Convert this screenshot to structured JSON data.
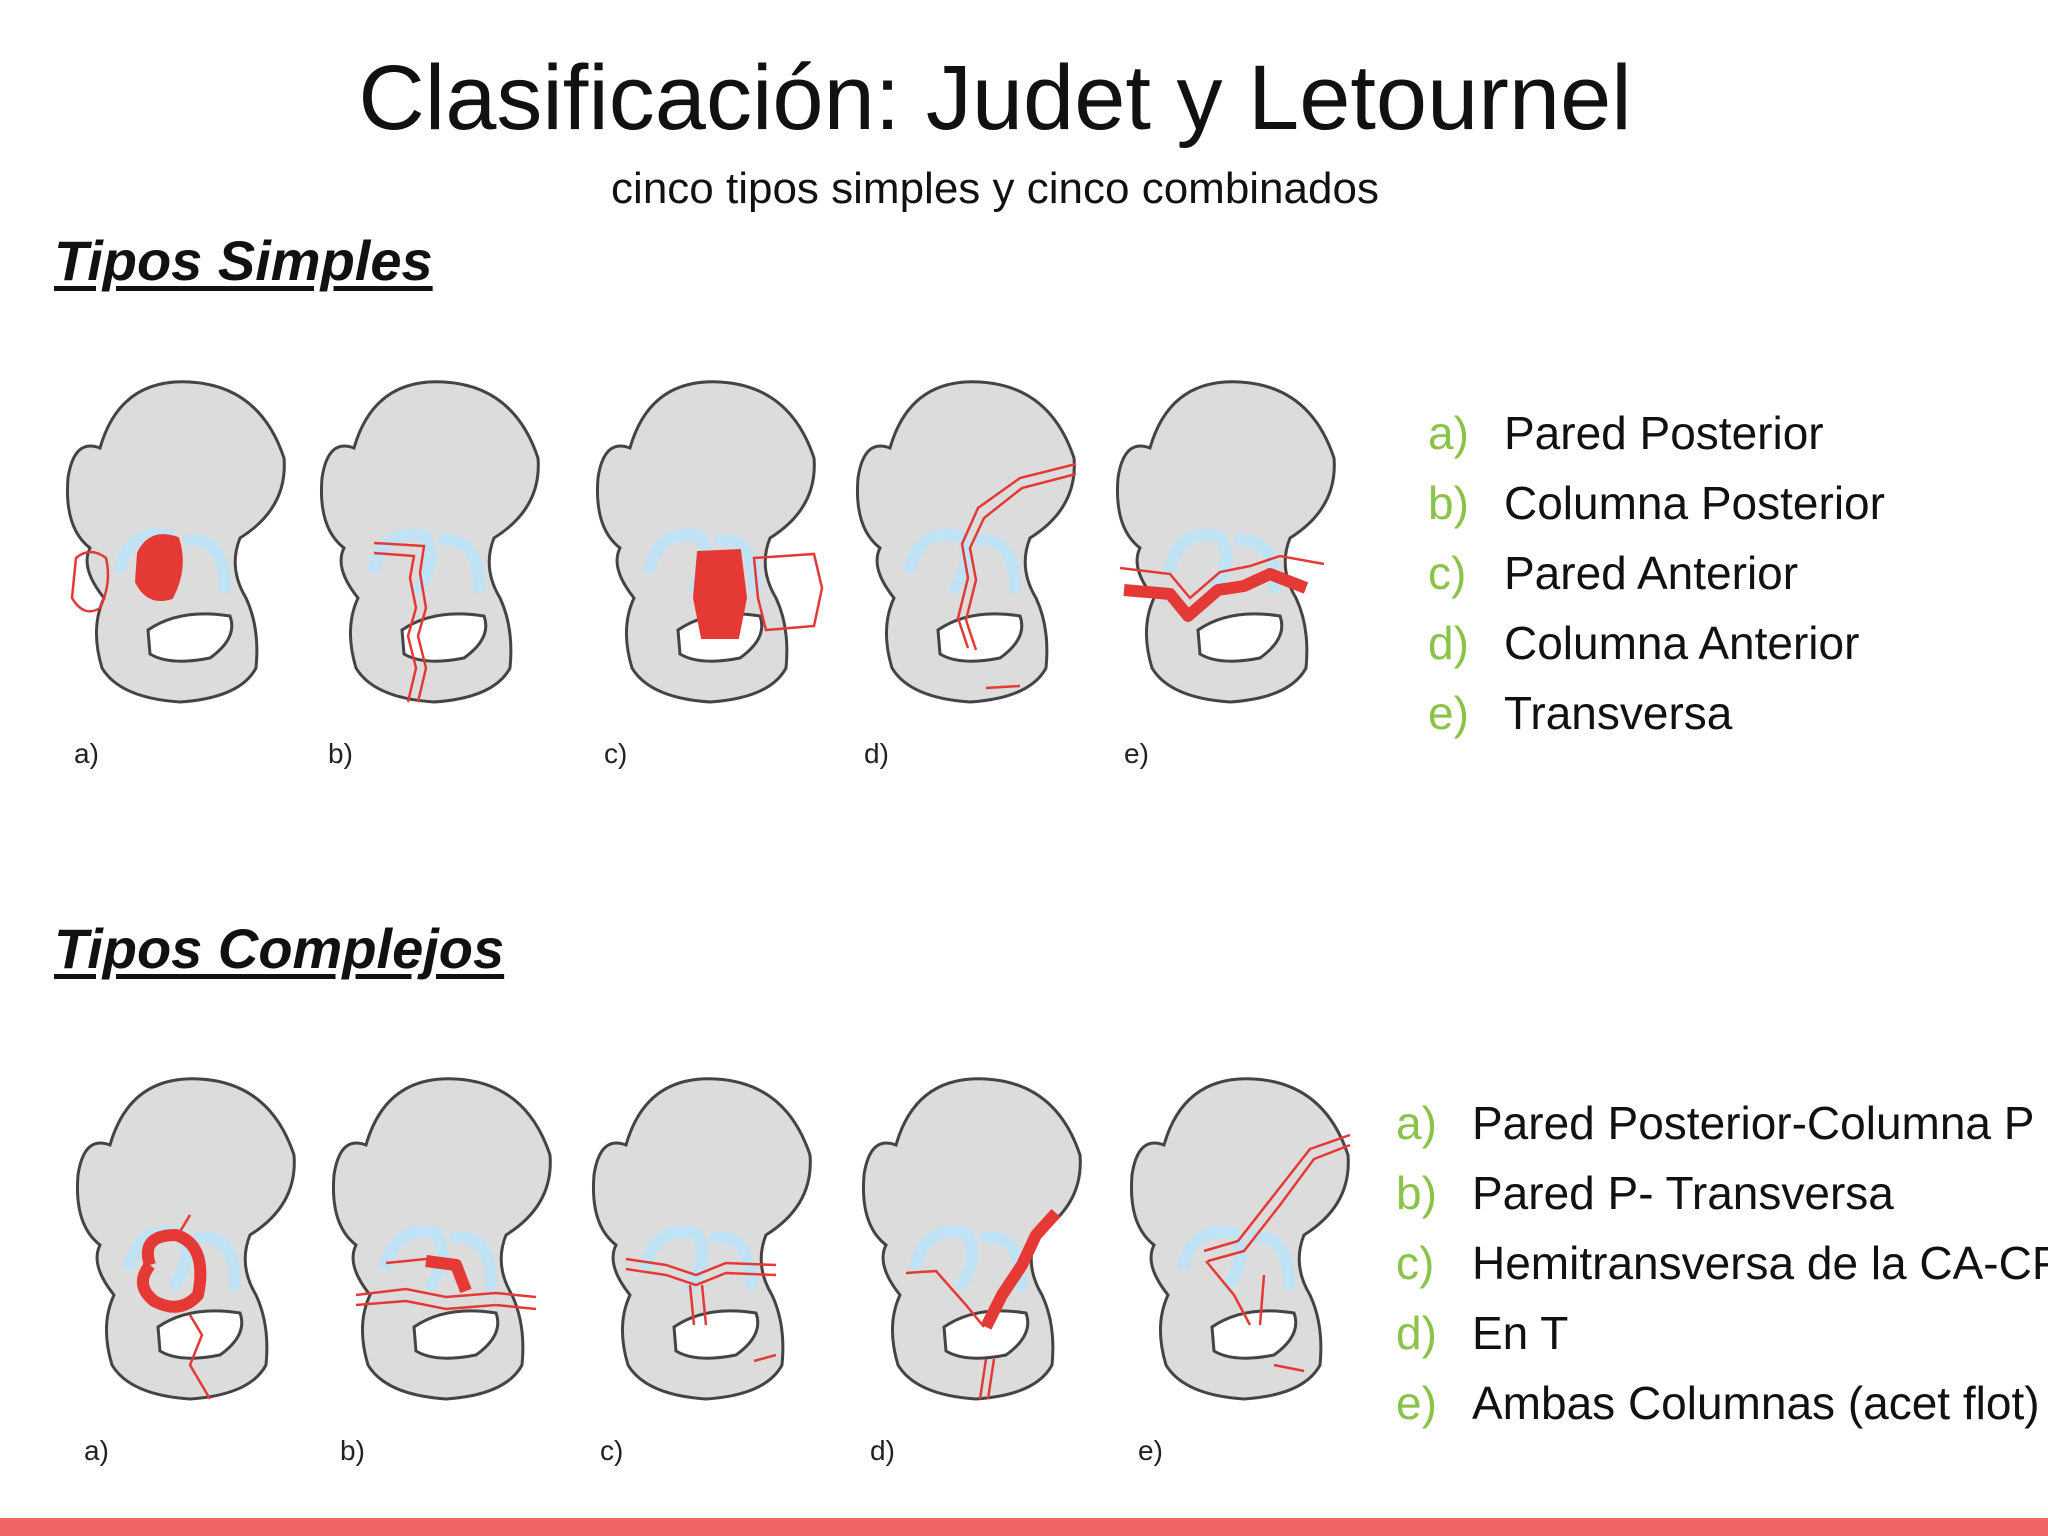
{
  "slide": {
    "title": "Clasificación: Judet y Letournel",
    "subtitle": "cinco tipos simples y cinco combinados"
  },
  "simple": {
    "heading": "Tipos Simples",
    "figure_labels": [
      "a)",
      "b)",
      "c)",
      "d)",
      "e)"
    ],
    "items": [
      {
        "marker": "a)",
        "label": "Pared Posterior"
      },
      {
        "marker": "b)",
        "label": "Columna Posterior"
      },
      {
        "marker": "c)",
        "label": "Pared Anterior"
      },
      {
        "marker": "d)",
        "label": "Columna Anterior"
      },
      {
        "marker": "e)",
        "label": "Transversa"
      }
    ]
  },
  "complex": {
    "heading": "Tipos Complejos",
    "figure_labels": [
      "a)",
      "b)",
      "c)",
      "d)",
      "e)"
    ],
    "items": [
      {
        "marker": "a)",
        "label": "Pared Posterior-Columna P"
      },
      {
        "marker": "b)",
        "label": "Pared P- Transversa"
      },
      {
        "marker": "c)",
        "label": "Hemitransversa de la CA-CP"
      },
      {
        "marker": "d)",
        "label": "En T"
      },
      {
        "marker": "e)",
        "label": "Ambas Columnas (acet flot)"
      }
    ]
  },
  "colors": {
    "bone": "#dcdcdc",
    "outline": "#444444",
    "fracture": "#e53935",
    "acetabulum": "#bfe3f5",
    "marker": "#8bc34a",
    "footer": "#f06464"
  }
}
